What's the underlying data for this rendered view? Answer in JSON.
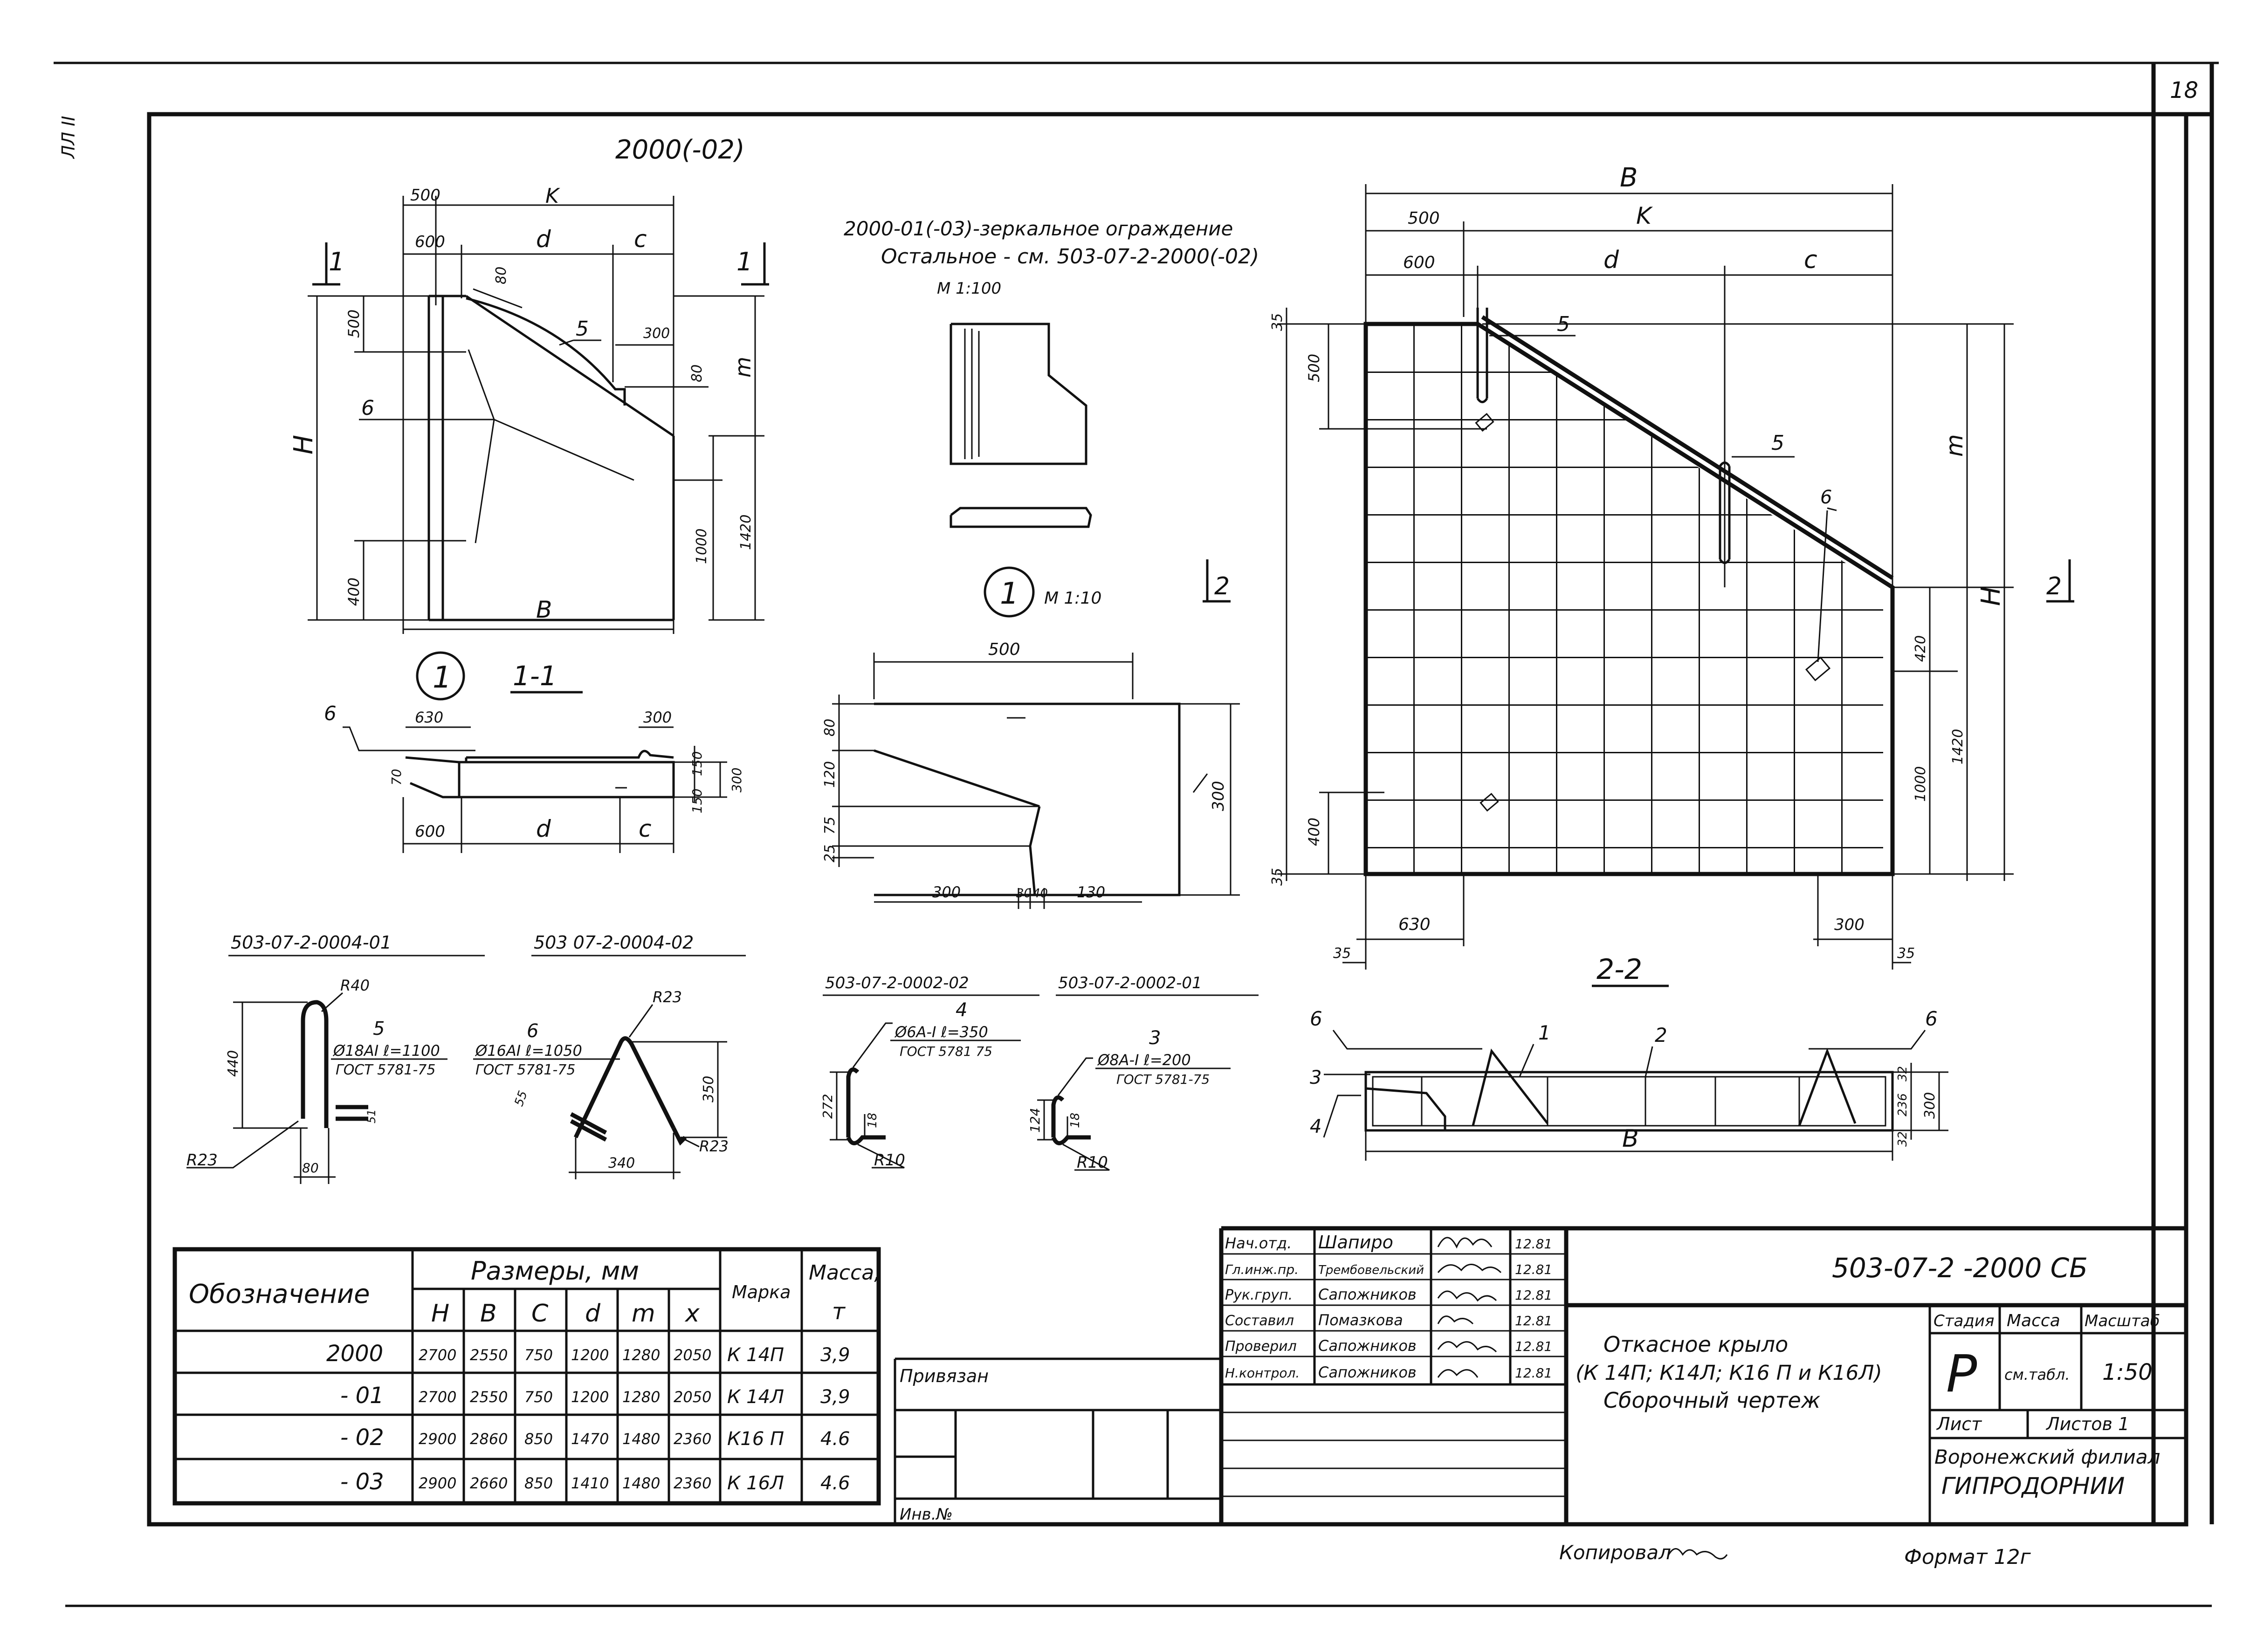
{
  "corner": {
    "page_number": "18",
    "side_mark": "ЛЛ II"
  },
  "view_top_left": {
    "title": "2000(-02)",
    "dims": {
      "d500": "500",
      "k": "K",
      "d600": "600",
      "d": "d",
      "c": "c",
      "d80": "80",
      "d300": "300",
      "d80b": "80",
      "m": "m",
      "d500v": "500",
      "H": "H",
      "d1000": "1000",
      "d1420": "1420",
      "d400": "400",
      "b": "В"
    },
    "pos": {
      "p5": "5",
      "p6": "6"
    },
    "cut": "1"
  },
  "note": {
    "line1": "2000-01(-03)-зеркальное ограждение",
    "line2": "Остальное - см. 503-07-2-2000(-02)",
    "scale": "М 1:100"
  },
  "detail1": {
    "label": "1",
    "scale": "М 1:10",
    "d500": "500",
    "d80": "80",
    "d120": "120",
    "d75": "75",
    "d25": "25",
    "d300v": "300",
    "d300": "300",
    "d30": "30",
    "d40": "40",
    "d130": "130"
  },
  "section11": {
    "callout": "1",
    "title": "1-1",
    "pos6": "6",
    "d630": "630",
    "d300": "300",
    "d70": "70",
    "d150a": "150",
    "d150b": "150",
    "d300v": "300",
    "d600": "600",
    "d": "d",
    "c": "c"
  },
  "bars": {
    "b5": {
      "code": "503-07-2-0004-01",
      "pos": "5",
      "spec": "Ø18AI  ℓ=1100",
      "gost": "ГОСТ 5781-75",
      "r40": "R40",
      "r23": "R23",
      "h": "440",
      "w": "80",
      "tail": "51"
    },
    "b6": {
      "code": "503 07-2-0004-02",
      "pos": "6",
      "spec": "Ø16AI  ℓ=1050",
      "gost": "ГОСТ 5781-75",
      "r23a": "R23",
      "r23b": "R23",
      "h": "350",
      "w": "340",
      "tail": "55"
    },
    "b4": {
      "code": "503-07-2-0002-02",
      "pos": "4",
      "spec": "Ø6A-I  ℓ=350",
      "gost": "ГОСТ 5781 75",
      "h": "272",
      "tail": "18",
      "r": "R10"
    },
    "b3": {
      "code": "503-07-2-0002-01",
      "pos": "3",
      "spec": "Ø8A-I  ℓ=200",
      "gost": "ГОСТ 5781-75",
      "h": "124",
      "tail": "18",
      "r": "R10"
    }
  },
  "view_main": {
    "B": "B",
    "d500": "500",
    "K": "K",
    "d600": "600",
    "d": "d",
    "c": "c",
    "d35a": "35",
    "d35b": "35",
    "d35c": "35",
    "d35d": "35",
    "d500v": "500",
    "m": "m",
    "H": "H",
    "d420": "420",
    "d1000": "1000",
    "d1420": "1420",
    "d400": "400",
    "d630": "630",
    "d300": "300",
    "pos5a": "5",
    "pos5b": "5",
    "pos6": "6",
    "cut": "2"
  },
  "section22": {
    "title": "2-2",
    "p6a": "6",
    "p1": "1",
    "p2": "2",
    "p6b": "6",
    "p3": "3",
    "p4": "4",
    "d32a": "32",
    "d236": "236",
    "d32b": "32",
    "d300": "300",
    "B": "B"
  },
  "table": {
    "h_designation": "Обозначение",
    "h_sizes": "Размеры, мм",
    "h_mark": "Марка",
    "h_mass": "Масса,",
    "h_mass_unit": "т",
    "cols": [
      "Н",
      "В",
      "С",
      "d",
      "m",
      "x"
    ],
    "rows": [
      {
        "des": "2000",
        "v": [
          "2700",
          "2550",
          "750",
          "1200",
          "1280",
          "2050"
        ],
        "mark": "К 14П",
        "mass": "3,9"
      },
      {
        "des": "- 01",
        "v": [
          "2700",
          "2550",
          "750",
          "1200",
          "1280",
          "2050"
        ],
        "mark": "К 14Л",
        "mass": "3,9"
      },
      {
        "des": "- 02",
        "v": [
          "2900",
          "2860",
          "850",
          "1470",
          "1480",
          "2360"
        ],
        "mark": "К16 П",
        "mass": "4.6"
      },
      {
        "des": "- 03",
        "v": [
          "2900",
          "2660",
          "850",
          "1410",
          "1480",
          "2360"
        ],
        "mark": "К 16Л",
        "mass": "4.6"
      }
    ]
  },
  "privyazan": {
    "title": "Привязан",
    "inv": "Инв.№"
  },
  "stamp": {
    "roles": [
      {
        "role": "Нач.отд.",
        "name": "Шапиро",
        "date": "12.81"
      },
      {
        "role": "Гл.инж.пр.",
        "name": "Трембовельский",
        "date": "12.81"
      },
      {
        "role": "Рук.груп.",
        "name": "Сапожников",
        "date": "12.81"
      },
      {
        "role": "Составил",
        "name": "Помазкова",
        "date": "12.81"
      },
      {
        "role": "Проверил",
        "name": "Сапожников",
        "date": "12.81"
      },
      {
        "role": "Н.контрол.",
        "name": "Сапожников",
        "date": "12.81"
      }
    ],
    "code": "503-07-2 -2000 СБ",
    "title1": "Откасное крыло",
    "title2": "(К 14П;  К14Л; К16 П и К16Л)",
    "title3": "Сборочный чертеж",
    "h_stage": "Стадия",
    "h_mass": "Масса",
    "h_scale": "Масштаб",
    "stage": "Р",
    "mass": "см.табл.",
    "scale": "1:50",
    "sheet": "Лист",
    "sheets": "Листов 1",
    "org1": "Воронежский филиал",
    "org2": "ГИПРОДОРНИИ"
  },
  "footer": {
    "copied": "Копировал",
    "format": "Формат  12г"
  }
}
